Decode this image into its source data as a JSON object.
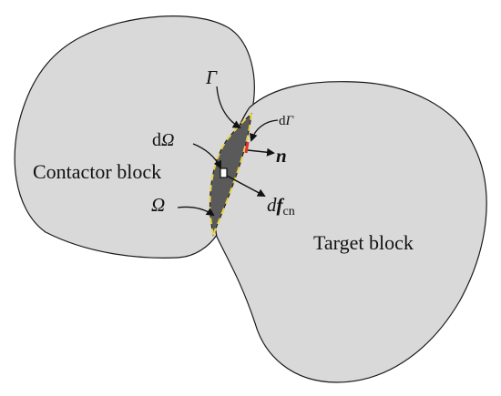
{
  "diagram": {
    "colors": {
      "block_fill": "#d9d9d9",
      "block_stroke": "#1a1a1a",
      "overlap_fill": "#5a5a5a",
      "boundary_dashes": "#e8d44a",
      "boundary_element": "#e03030",
      "arrow": "#111111"
    },
    "labels": {
      "contactor_block": "Contactor block",
      "target_block": "Target block",
      "gamma": "Γ",
      "d_gamma_prefix": "d",
      "d_gamma_symbol": "Γ",
      "d_omega_prefix": "d",
      "d_omega_symbol": "Ω",
      "omega": "Ω",
      "normal": "n",
      "df_prefix": "d",
      "df_bold": "f",
      "df_subscript": "cn"
    }
  }
}
